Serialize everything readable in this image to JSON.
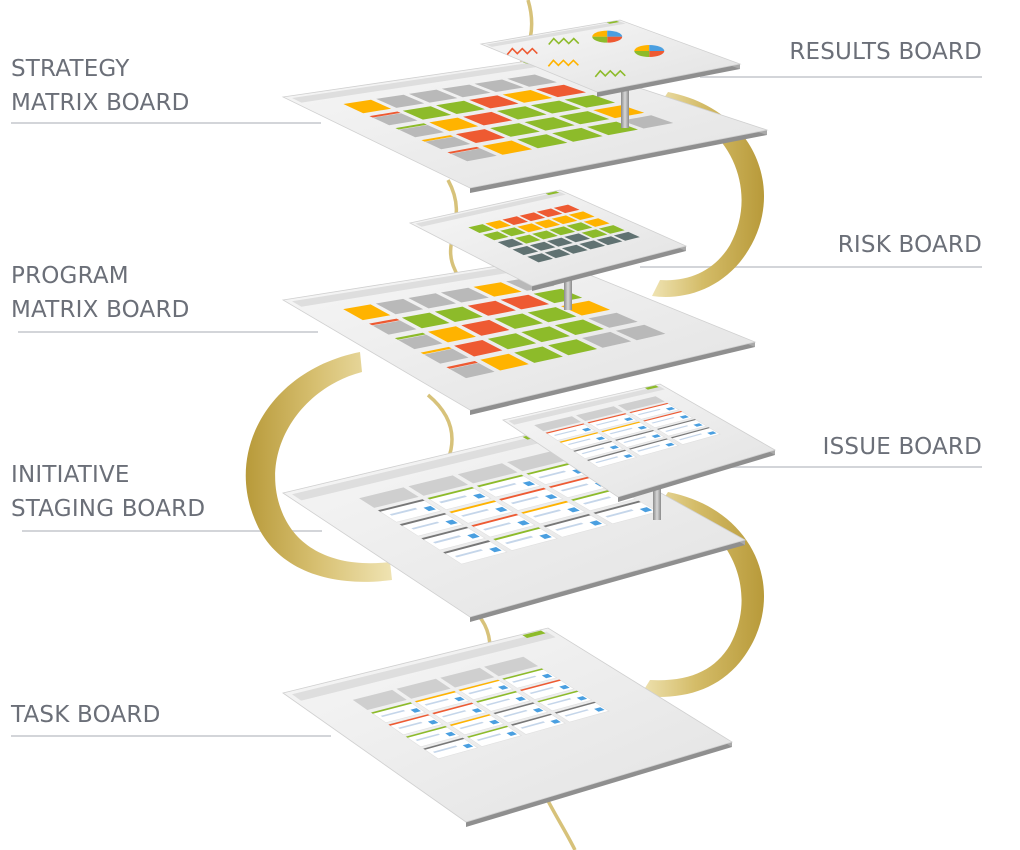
{
  "diagram": {
    "title": "Board hierarchy",
    "colors": {
      "ribbon": "#c9ad4e",
      "ribbon_light": "#eadca0",
      "board": "#ebebeb",
      "board_edge": "#9a9a9a",
      "green": "#8dbb2a",
      "orange": "#ffb300",
      "red": "#ee5a32",
      "gray": "#b9b9b9",
      "slate": "#607272",
      "blue": "#4a9fe0",
      "label_text": "#6b6f78"
    },
    "left_labels": [
      {
        "id": "strategy",
        "lines": [
          "STRATEGY",
          "MATRIX BOARD"
        ]
      },
      {
        "id": "program",
        "lines": [
          "PROGRAM",
          "MATRIX BOARD"
        ]
      },
      {
        "id": "initiative",
        "lines": [
          "INITIATIVE",
          "STAGING BOARD"
        ]
      },
      {
        "id": "task",
        "lines": [
          "TASK BOARD"
        ]
      }
    ],
    "right_labels": [
      {
        "id": "results",
        "text": "RESULTS BOARD"
      },
      {
        "id": "risk",
        "text": "RISK BOARD"
      },
      {
        "id": "issue",
        "text": "ISSUE BOARD"
      }
    ],
    "boards": {
      "strategy_matrix": {
        "grid": [
          [
            "orange",
            "gray",
            "gray",
            "gray",
            "gray",
            "gray"
          ],
          [
            "gray",
            "green",
            "green",
            "red",
            "orange",
            "red"
          ],
          [
            "gray",
            "orange",
            "red",
            "green",
            "green",
            "green"
          ],
          [
            "gray",
            "red",
            "green",
            "green",
            "green",
            "orange"
          ],
          [
            "gray",
            "orange",
            "green",
            "green",
            "green",
            "gray"
          ]
        ]
      },
      "program_matrix": {
        "grid": [
          [
            "orange",
            "gray",
            "gray",
            "gray",
            "orange",
            "gray"
          ],
          [
            "gray",
            "green",
            "green",
            "red",
            "red",
            "green"
          ],
          [
            "gray",
            "orange",
            "red",
            "green",
            "green",
            "orange"
          ],
          [
            "gray",
            "red",
            "green",
            "green",
            "green",
            "gray"
          ],
          [
            "gray",
            "orange",
            "green",
            "green",
            "gray",
            "gray"
          ]
        ]
      },
      "risk": {
        "grid": [
          [
            "green",
            "orange",
            "red",
            "red",
            "red",
            "red"
          ],
          [
            "green",
            "green",
            "orange",
            "orange",
            "orange",
            "orange"
          ],
          [
            "slate",
            "green",
            "green",
            "green",
            "green",
            "orange"
          ],
          [
            "slate",
            "slate",
            "slate",
            "slate",
            "green",
            "green"
          ],
          [
            "slate",
            "slate",
            "slate",
            "slate",
            "slate",
            "slate"
          ]
        ]
      },
      "initiative_staging": {
        "columns": [
          [
            "gray",
            "gray",
            "gray",
            "gray"
          ],
          [
            "green",
            "orange",
            "red",
            "green"
          ],
          [
            "green",
            "red",
            "orange",
            "gray"
          ],
          [
            "green",
            "red",
            "green",
            "gray"
          ]
        ]
      },
      "issue": {
        "columns": [
          [
            "red",
            "orange",
            "gray",
            "gray"
          ],
          [
            "red",
            "orange",
            "gray",
            "gray"
          ],
          [
            "red",
            "red",
            "gray",
            "gray"
          ]
        ]
      },
      "task": {
        "columns": [
          [
            "green",
            "red",
            "green",
            "gray"
          ],
          [
            "orange",
            "red",
            "orange",
            "green"
          ],
          [
            "orange",
            "green",
            "gray",
            "gray"
          ],
          [
            "green",
            "red",
            "green",
            "gray"
          ]
        ]
      },
      "results": {
        "widgets": [
          "line-chart",
          "line-chart",
          "pie-chart",
          "line-chart",
          "pie-chart",
          "line-chart"
        ]
      }
    }
  }
}
